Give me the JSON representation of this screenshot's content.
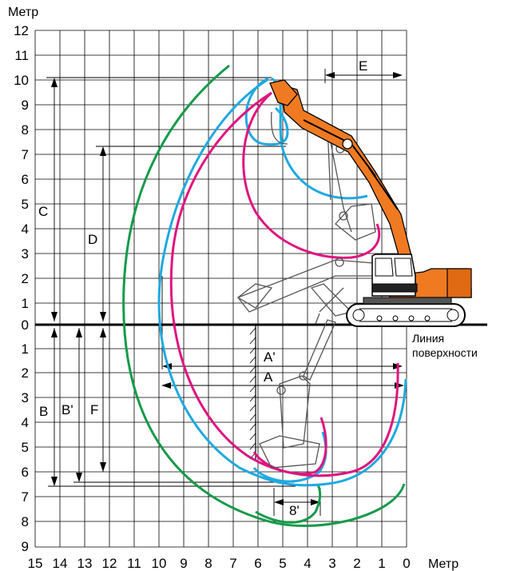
{
  "axes": {
    "y_unit": "Метр",
    "x_unit": "Метр",
    "y_ticks_upper": [
      "12",
      "11",
      "10",
      "9",
      "8",
      "7",
      "6",
      "5",
      "4",
      "3",
      "2",
      "1",
      "0"
    ],
    "y_ticks_lower": [
      "1",
      "2",
      "3",
      "4",
      "5",
      "6",
      "7",
      "8",
      "9"
    ],
    "x_ticks": [
      "15",
      "14",
      "13",
      "12",
      "11",
      "10",
      "9",
      "8",
      "7",
      "6",
      "5",
      "4",
      "3",
      "2",
      "1",
      "0"
    ]
  },
  "ground_label": [
    "Линия",
    "поверхности"
  ],
  "dimension_labels": {
    "C": "C",
    "D": "D",
    "B": "B",
    "B_prime": "B'",
    "F": "F",
    "E": "E",
    "A": "A",
    "A_prime": "A'",
    "eight_prime": "8'"
  },
  "colors": {
    "reach_outer": "#159a4a",
    "reach_middle": "#1fa9e1",
    "reach_inner": "#e0147f",
    "machine_body": "#f07a22",
    "grid": "#000000"
  },
  "icons": {
    "machine": "excavator-icon"
  }
}
